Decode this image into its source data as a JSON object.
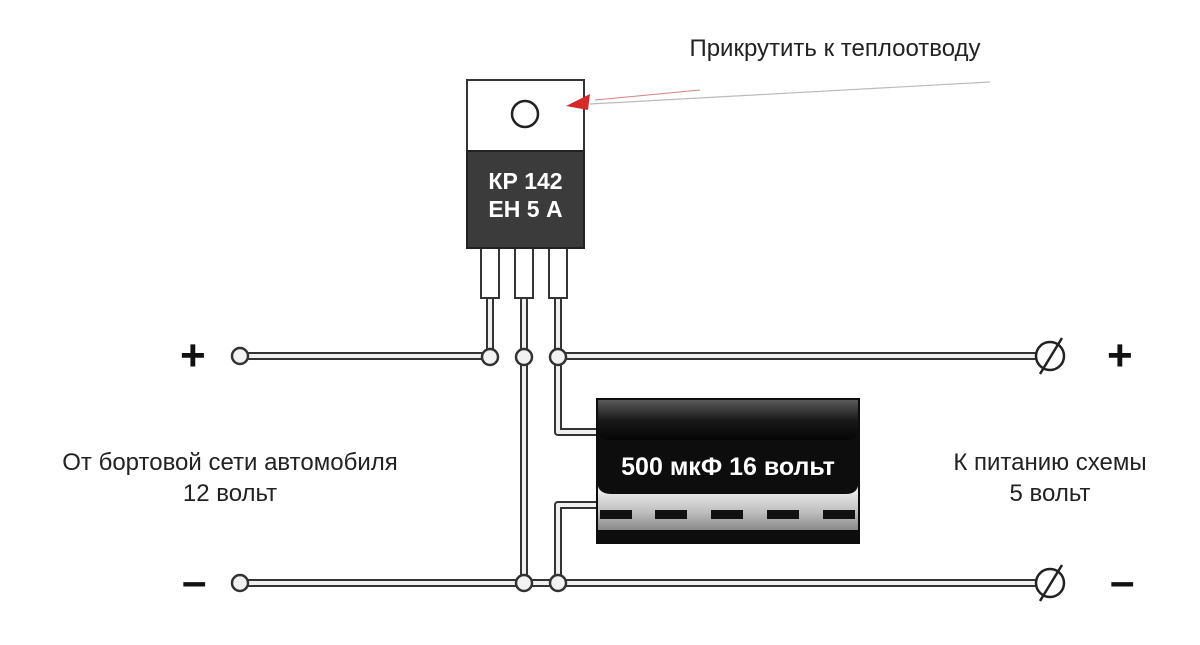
{
  "annotation": "Прикрутить к теплоотводу",
  "regulator": {
    "line1": "КР 142",
    "line2": "ЕН 5 А"
  },
  "capacitor": {
    "label": "500 мкФ 16 вольт"
  },
  "input": {
    "line1": "От бортовой сети автомобиля",
    "line2": "12 вольт",
    "plus": "+",
    "minus": "–"
  },
  "output": {
    "line1": "К питанию схемы",
    "line2": "5 вольт",
    "plus": "+",
    "minus": "–"
  },
  "colors": {
    "wire_fill": "#f2f2f2",
    "wire_edge": "#333333",
    "body_dark": "#3b3b3b",
    "arrow": "#d42a2a"
  }
}
